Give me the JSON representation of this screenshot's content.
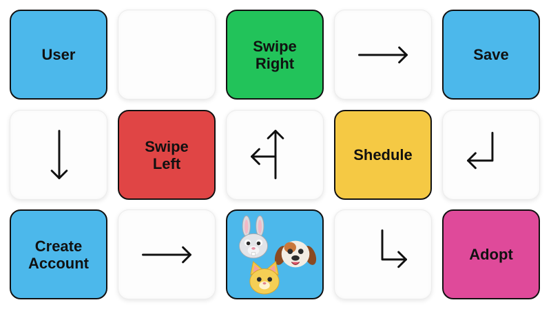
{
  "colors": {
    "blue": "#4cb8eb",
    "green": "#22c35a",
    "red": "#e04545",
    "yellow": "#f5c944",
    "pink": "#df4a9a",
    "blank": "#fdfdfd"
  },
  "tiles": {
    "user": {
      "label": "User"
    },
    "swipe_right": {
      "label": "Swipe\nRight"
    },
    "save": {
      "label": "Save"
    },
    "swipe_left": {
      "label": "Swipe\nLeft"
    },
    "shedule": {
      "label": "Shedule"
    },
    "create_account": {
      "label": "Create\nAccount"
    },
    "adopt": {
      "label": "Adopt"
    }
  },
  "arrows": {
    "r1c4": "arrow-right-icon",
    "r2c1": "arrow-down-icon",
    "r2c3": "arrow-up-left-branch-icon",
    "r2c5": "arrow-return-left-icon",
    "r3c2": "arrow-right-icon",
    "r3c4": "arrow-down-right-icon"
  },
  "animals": [
    "rabbit-emoji-icon",
    "dog-emoji-icon",
    "cat-emoji-icon"
  ]
}
